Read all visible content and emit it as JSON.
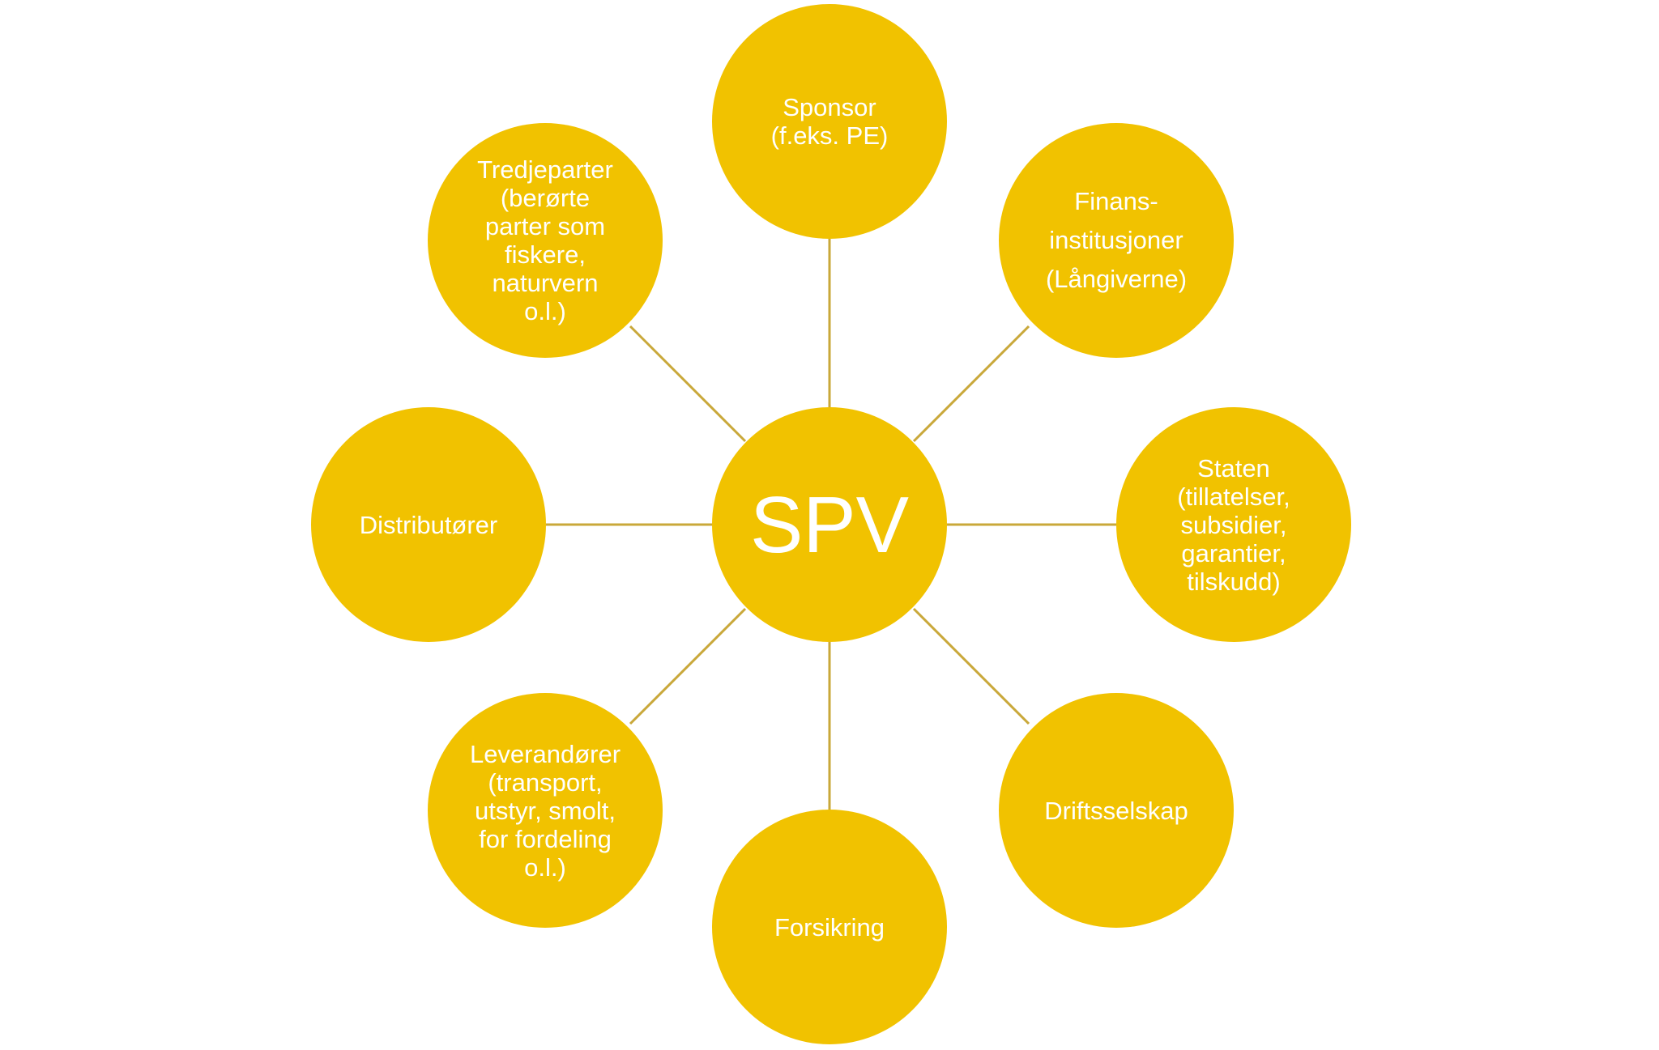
{
  "diagram": {
    "color": "#F1C200",
    "connector_color": "#C9A83A",
    "center": {
      "label": "SPV"
    },
    "nodes": [
      {
        "id": "sponsor",
        "label": "Sponsor\n(f.eks. PE)"
      },
      {
        "id": "finans",
        "label": "Finans-\ninstitusjoner\n(Långiverne)"
      },
      {
        "id": "staten",
        "label": "Staten\n(tillatelser,\nsubsidier,\ngarantier,\ntilskudd)"
      },
      {
        "id": "drift",
        "label": "Driftsselskap"
      },
      {
        "id": "forsikring",
        "label": "Forsikring"
      },
      {
        "id": "leverandorer",
        "label": "Leverandører\n(transport,\nutstyr, smolt,\nfor fordeling\no.l.)"
      },
      {
        "id": "distributorer",
        "label": "Distributører"
      },
      {
        "id": "tredjeparter",
        "label": "Tredjeparter\n(berørte\nparter som\nfiskere,\nnaturvern\no.l.)"
      }
    ]
  }
}
